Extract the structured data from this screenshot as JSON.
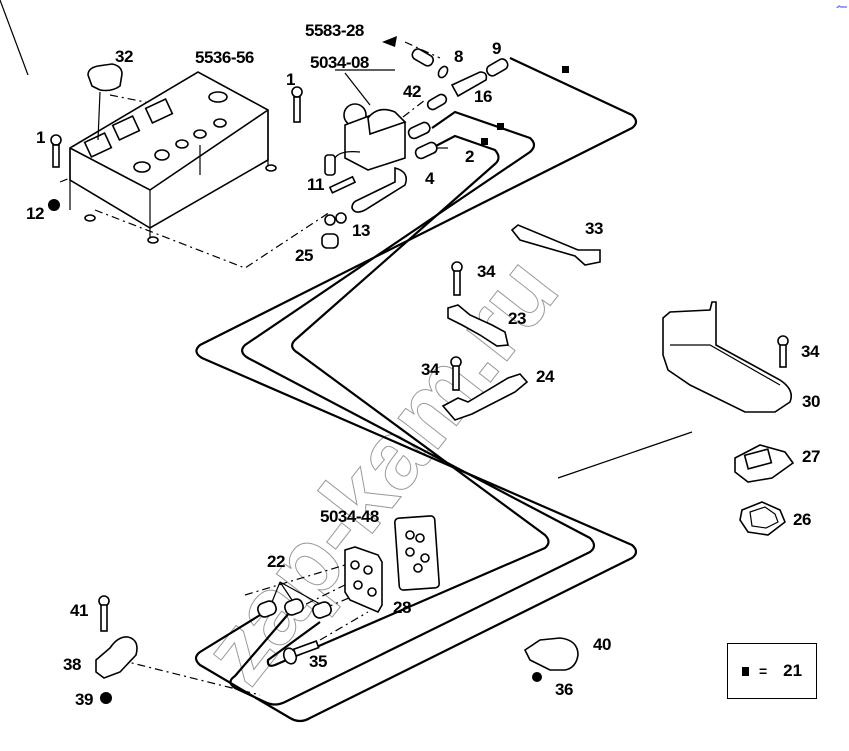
{
  "diagram": {
    "type": "exploded-parts-diagram",
    "watermark": "zap-kam.ru",
    "assemblies": [
      {
        "id": "bracket",
        "label": "5536-56"
      },
      {
        "id": "reference_arrow",
        "label": "5583-28"
      },
      {
        "id": "valve",
        "label": "5034-08"
      },
      {
        "id": "panel_block",
        "label": "5034-48"
      }
    ],
    "callouts": {
      "c32": "32",
      "c1a": "1",
      "c1b": "1",
      "c12": "12",
      "c8": "8",
      "c9": "9",
      "c42": "42",
      "c16": "16",
      "c2": "2",
      "c4": "4",
      "c11": "11",
      "c13": "13",
      "c25": "25",
      "c33": "33",
      "c34a": "34",
      "c23": "23",
      "c34b": "34",
      "c24": "24",
      "c34c": "34",
      "c30": "30",
      "c27": "27",
      "c26": "26",
      "c22": "22",
      "c28": "28",
      "c35": "35",
      "c41": "41",
      "c38": "38",
      "c39": "39",
      "c40": "40",
      "c36": "36"
    },
    "legend": {
      "symbol": "pipe-marker-square",
      "equals": "=",
      "value": "21"
    },
    "colors": {
      "ink": "#000000",
      "watermark": "#9a9a9a",
      "corner_mark": "#7b7bff"
    }
  }
}
